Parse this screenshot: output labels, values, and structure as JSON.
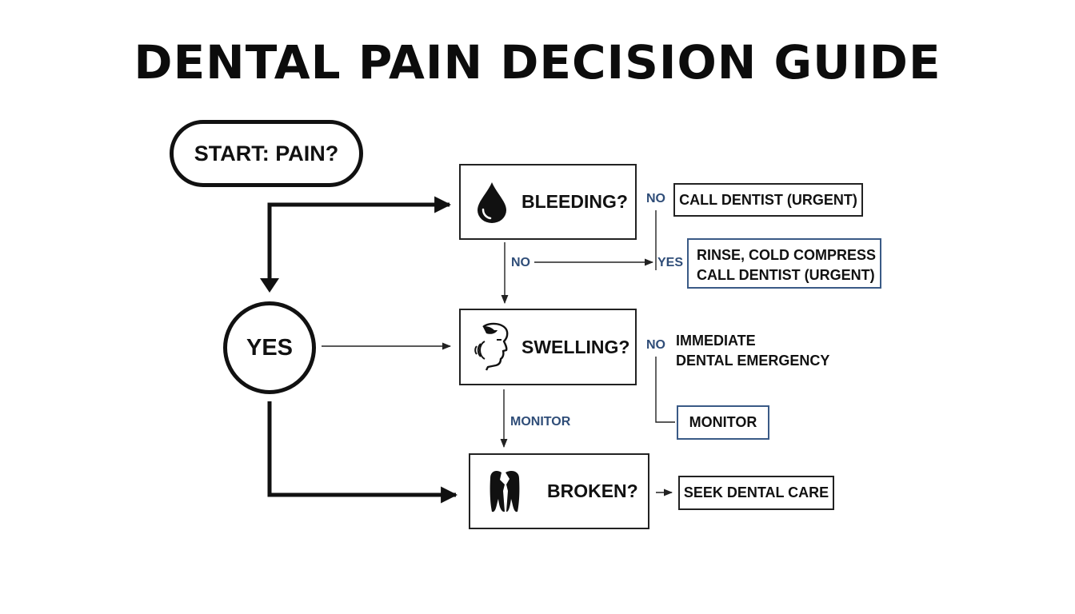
{
  "title": "DENTAL PAIN DECISION GUIDE",
  "nodes": {
    "start": "START: PAIN?",
    "yes": "YES",
    "bleeding": "BLEEDING?",
    "swelling": "SWELLING?",
    "broken": "BROKEN?"
  },
  "outcomes": {
    "call_dentist": "CALL DENTIST (URGENT)",
    "rinse_line1": "RINSE, COLD COMPRESS",
    "rinse_line2": "CALL DENTIST (URGENT)",
    "immediate_line1": "IMMEDIATE",
    "immediate_line2": "DENTAL EMERGENCY",
    "monitor": "MONITOR",
    "seek_care": "SEEK DENTAL CARE"
  },
  "edge_labels": {
    "bleeding_no_right": "NO",
    "bleeding_no_down": "NO",
    "bleeding_yes": "YES",
    "swelling_no": "NO",
    "swelling_monitor": "MONITOR"
  },
  "colors": {
    "line": "#111111",
    "label_blue": "#2f4d78",
    "box_blue": "#3a5a86"
  },
  "icons": {
    "bleeding": "blood-drop-icon",
    "swelling": "swollen-face-icon",
    "broken": "broken-tooth-icon"
  }
}
